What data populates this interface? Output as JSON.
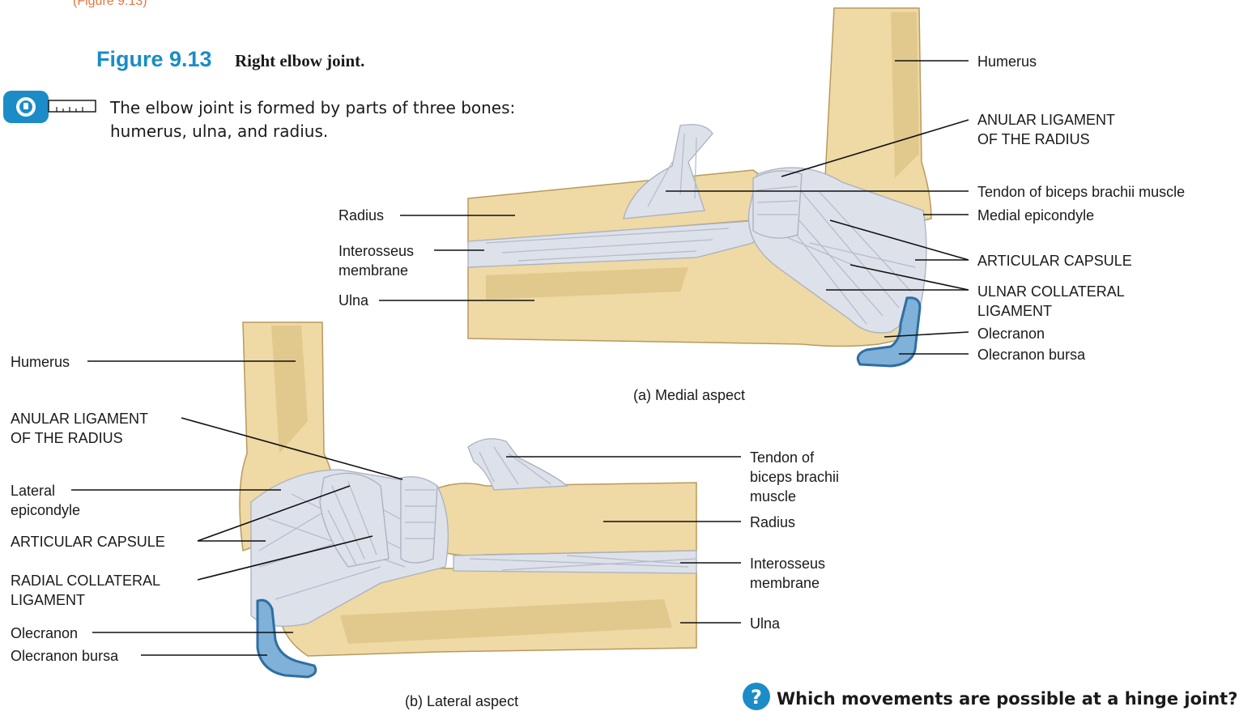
{
  "header": {
    "top_crop": "(Figure 9.13)",
    "figure_number": "Figure 9.13",
    "figure_title": "Right elbow joint.",
    "intro_line1": "The elbow joint is formed by parts of three bones:",
    "intro_line2": "humerus, ulna, and radius."
  },
  "panel_a": {
    "caption": "(a) Medial aspect",
    "labels": {
      "humerus": "Humerus",
      "anular_1": "ANULAR LIGAMENT",
      "anular_2": "OF THE RADIUS",
      "tendon": "Tendon of biceps brachii muscle",
      "medial_epicondyle": "Medial epicondyle",
      "articular_capsule": "ARTICULAR CAPSULE",
      "ulnar_collateral_1": "ULNAR COLLATERAL",
      "ulnar_collateral_2": "LIGAMENT",
      "olecranon": "Olecranon",
      "olecranon_bursa": "Olecranon bursa",
      "radius": "Radius",
      "interosseus_1": "Interosseus",
      "interosseus_2": "membrane",
      "ulna": "Ulna"
    }
  },
  "panel_b": {
    "caption": "(b) Lateral aspect",
    "labels": {
      "humerus": "Humerus",
      "anular_1": "ANULAR LIGAMENT",
      "anular_2": "OF THE RADIUS",
      "lateral_epicondyle_1": "Lateral",
      "lateral_epicondyle_2": "epicondyle",
      "articular_capsule": "ARTICULAR CAPSULE",
      "radial_collateral_1": "RADIAL COLLATERAL",
      "radial_collateral_2": "LIGAMENT",
      "olecranon": "Olecranon",
      "olecranon_bursa": "Olecranon bursa",
      "tendon_1": "Tendon of",
      "tendon_2": "biceps brachii",
      "tendon_3": "muscle",
      "radius": "Radius",
      "interosseus_1": "Interosseus",
      "interosseus_2": "membrane",
      "ulna": "Ulna"
    }
  },
  "question": {
    "icon": "?",
    "text": "Which movements are possible at a hinge joint?"
  },
  "colors": {
    "figure_number": "#1b8cc7",
    "bone": "#efd9a4",
    "ligament": "#dde1ea",
    "bursa": "#7fb1d9",
    "key_icon": "#1b8cc7",
    "question_icon": "#1b8cc7"
  },
  "icons": [
    "key-icon",
    "question-icon"
  ]
}
